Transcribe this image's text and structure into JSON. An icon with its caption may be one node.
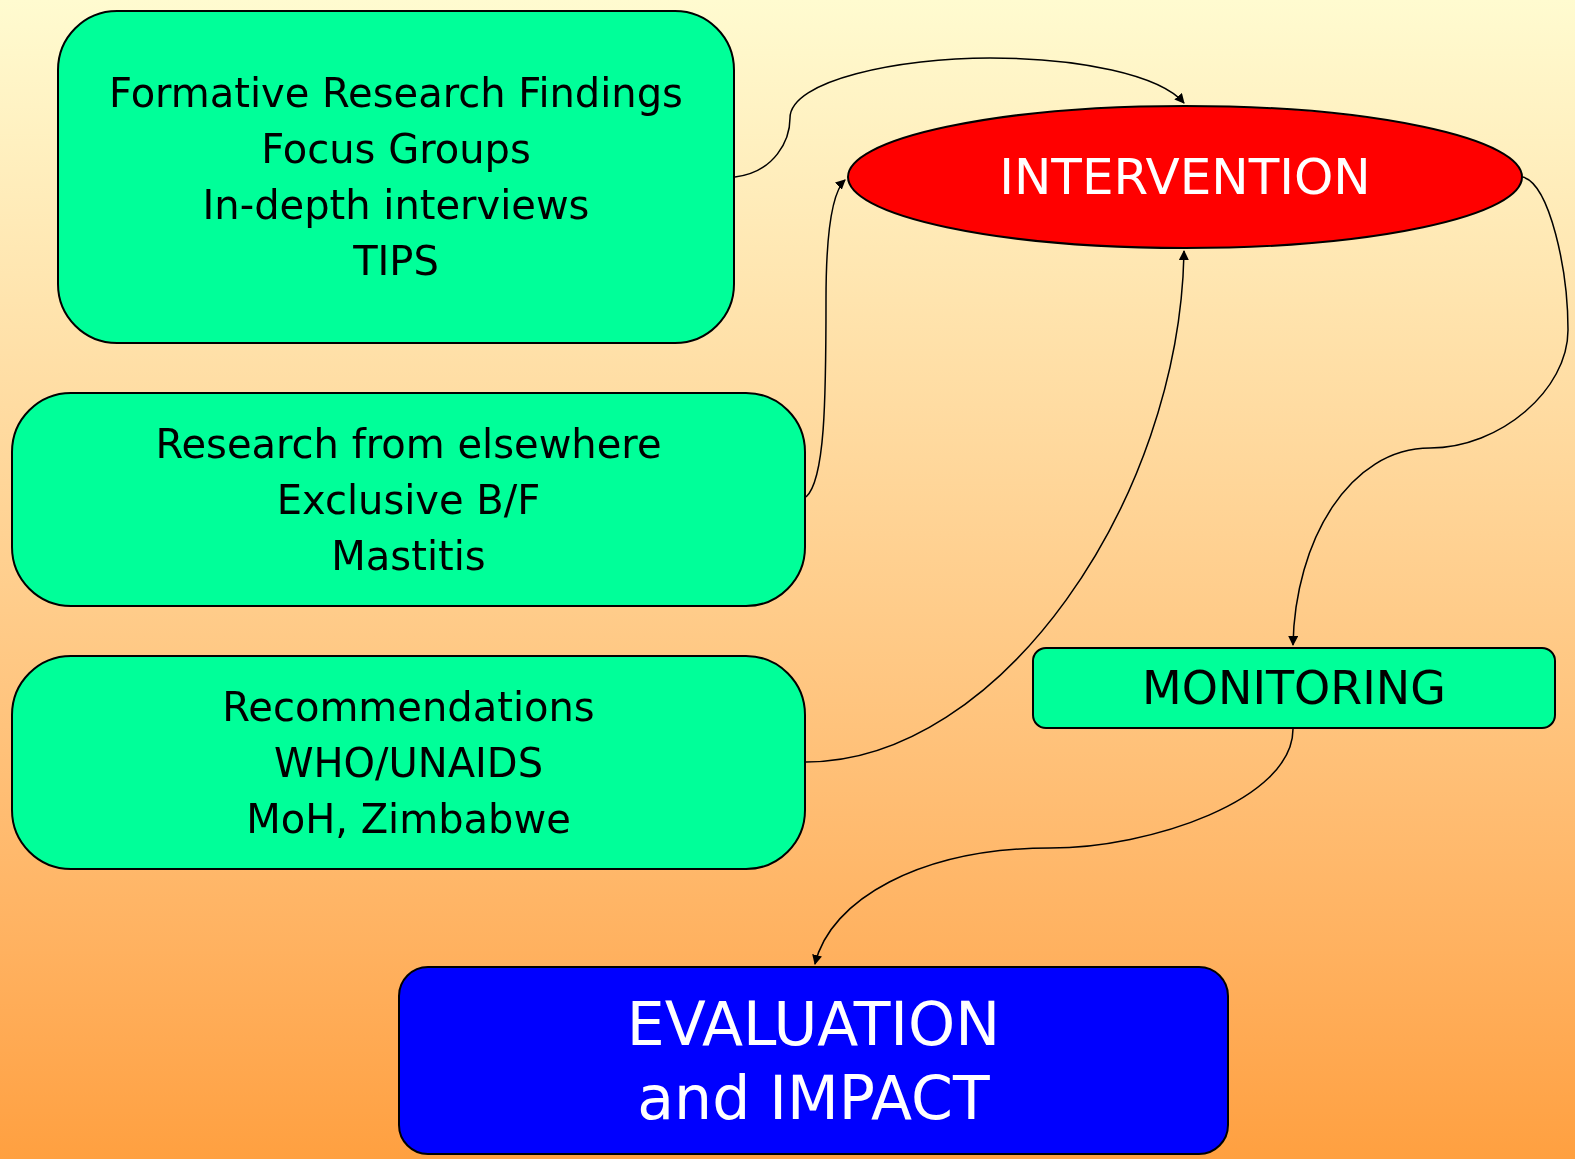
{
  "diagram": {
    "nodes": [
      {
        "text": [
          "Formative Research Findings",
          "Focus Groups",
          "In-depth interviews",
          "TIPS"
        ]
      },
      {
        "text": [
          "Research from elsewhere",
          "Exclusive B/F",
          "Mastitis"
        ]
      },
      {
        "text": [
          "Recommendations",
          "WHO/UNAIDS",
          "MoH, Zimbabwe"
        ]
      },
      {
        "text": [
          "INTERVENTION"
        ]
      },
      {
        "text": [
          "MONITORING"
        ]
      },
      {
        "text": [
          "EVALUATION and IMPACT"
        ]
      }
    ],
    "edges": [
      {
        "from": 0,
        "to": 3,
        "arrow": "to"
      },
      {
        "from": 1,
        "to": 3,
        "arrow": "to"
      },
      {
        "from": 2,
        "to": 3,
        "arrow": "to"
      },
      {
        "from": 3,
        "to": 4,
        "arrow": "to"
      },
      {
        "from": 4,
        "to": 5,
        "arrow": "to"
      }
    ]
  }
}
